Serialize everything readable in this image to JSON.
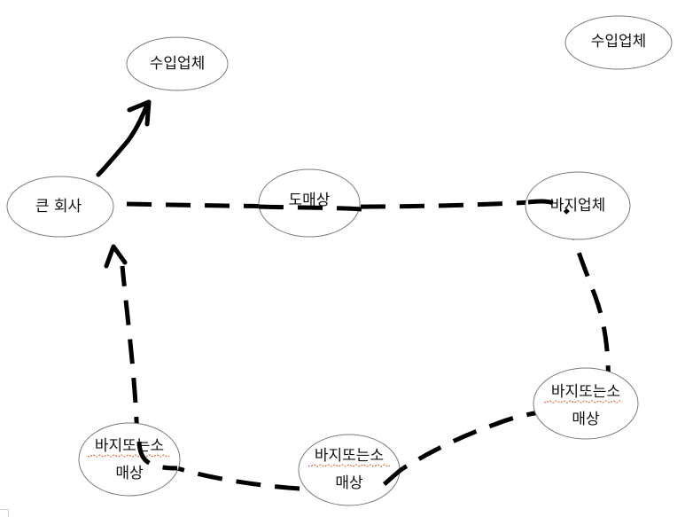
{
  "diagram": {
    "nodes": [
      {
        "id": "importer-top",
        "lines": [
          "수입업체"
        ]
      },
      {
        "id": "importer-corner",
        "lines": [
          "수입업체"
        ]
      },
      {
        "id": "big-company",
        "lines": [
          "큰 회사"
        ]
      },
      {
        "id": "wholesale",
        "lines": [
          "도매상"
        ]
      },
      {
        "id": "pants-maker",
        "lines": [
          "바지업체"
        ]
      },
      {
        "id": "retail-right",
        "lines": [
          "바지또는소",
          "매상"
        ]
      },
      {
        "id": "retail-middle",
        "lines": [
          "바지또는소",
          "매상"
        ]
      },
      {
        "id": "retail-left",
        "lines": [
          "바지또는소",
          "매상"
        ]
      }
    ],
    "edges": [
      {
        "from": "big-company",
        "to": "importer-top",
        "style": "solid",
        "arrow": true
      },
      {
        "from": "big-company",
        "to": "pants-maker",
        "style": "dashed",
        "arrow": false
      },
      {
        "from": "pants-maker",
        "to": "retail-right",
        "style": "dashed",
        "arrow": false
      },
      {
        "from": "retail-right",
        "to": "retail-middle",
        "style": "dashed",
        "arrow": false
      },
      {
        "from": "retail-middle",
        "to": "retail-left",
        "style": "dashed",
        "arrow": false
      },
      {
        "from": "retail-left",
        "to": "big-company",
        "style": "dashed",
        "arrow": true
      }
    ],
    "colors": {
      "line": "#000000",
      "node_border": "#7a7a7a",
      "spellcheck": "#d9541e"
    }
  }
}
